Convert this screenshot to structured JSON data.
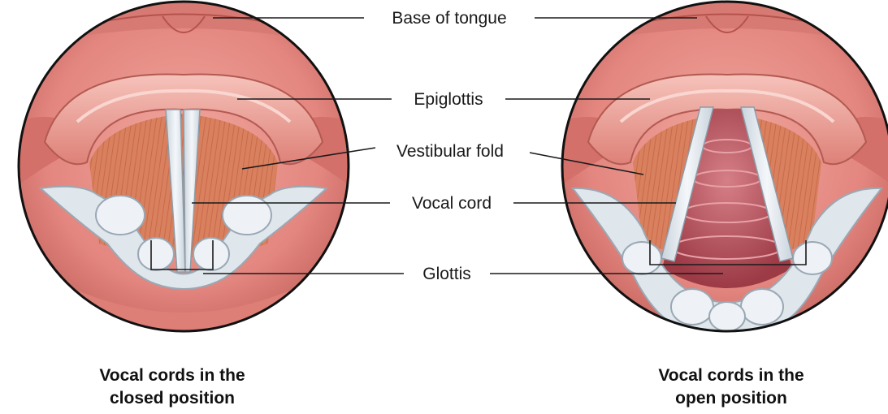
{
  "labels": {
    "base_of_tongue": "Base of tongue",
    "epiglottis": "Epiglottis",
    "vestibular_fold": "Vestibular fold",
    "vocal_cord": "Vocal cord",
    "glottis": "Glottis"
  },
  "captions": {
    "closed_line1": "Vocal cords in the",
    "closed_line2": "closed position",
    "open_line1": "Vocal cords in the",
    "open_line2": "open position"
  },
  "colors": {
    "tissue": "#e3867f",
    "tissue_dark": "#b5524c",
    "tissue_light": "#f2b6ad",
    "muscle": "#d9805e",
    "cartilage": "#dfe6ec",
    "trachea": "#b84a55"
  }
}
